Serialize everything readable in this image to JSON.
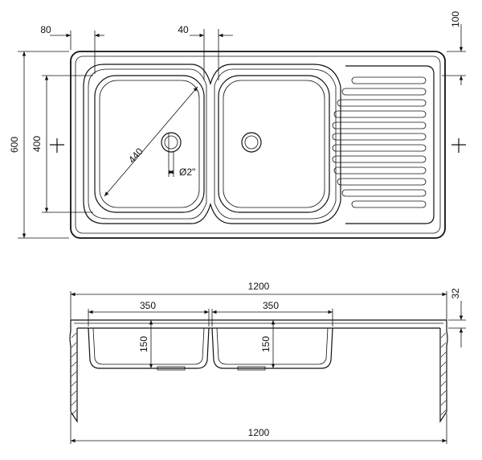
{
  "top_view": {
    "dims": {
      "bowl_offset": "80",
      "bowl_gap": "40",
      "flange": "100",
      "overall_depth": "600",
      "bowl_depth": "400",
      "diagonal": "440",
      "drain": "Ø2\""
    }
  },
  "side_view": {
    "dims": {
      "overall_length_top": "1200",
      "thickness": "32",
      "bowl_width_left": "350",
      "bowl_width_right": "350",
      "bowl_height_left": "150",
      "bowl_height_right": "150",
      "overall_length_bottom": "1200"
    }
  },
  "colors": {
    "line": "#111111",
    "background": "#ffffff"
  }
}
